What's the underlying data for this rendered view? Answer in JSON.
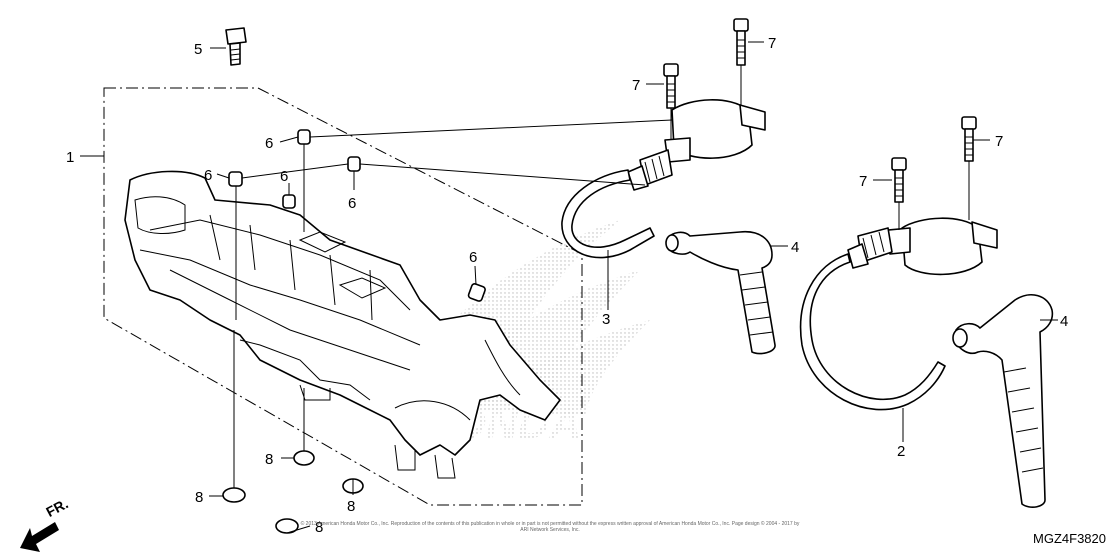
{
  "callouts": [
    {
      "num": "1"
    },
    {
      "num": "2"
    },
    {
      "num": "3"
    },
    {
      "num": "4"
    },
    {
      "num": "4"
    },
    {
      "num": "5"
    },
    {
      "num": "6"
    },
    {
      "num": "6"
    },
    {
      "num": "6"
    },
    {
      "num": "6"
    },
    {
      "num": "6"
    },
    {
      "num": "7"
    },
    {
      "num": "7"
    },
    {
      "num": "7"
    },
    {
      "num": "7"
    },
    {
      "num": "8"
    },
    {
      "num": "8"
    },
    {
      "num": "8"
    },
    {
      "num": "8"
    }
  ],
  "diagram_code": "MGZ4F3820",
  "direction_label": "FR.",
  "copyright": "© 2013 American Honda Motor Co., Inc. Reproduction of the contents of this publication in whole or in part is not permitted without the express written approval of American Honda Motor Co., Inc. Page design © 2004 - 2017 by ARI Network Services, Inc.",
  "watermark": "HONDA",
  "colors": {
    "line": "#000000",
    "background": "#ffffff",
    "watermark_dots": "#bbbbbb"
  }
}
